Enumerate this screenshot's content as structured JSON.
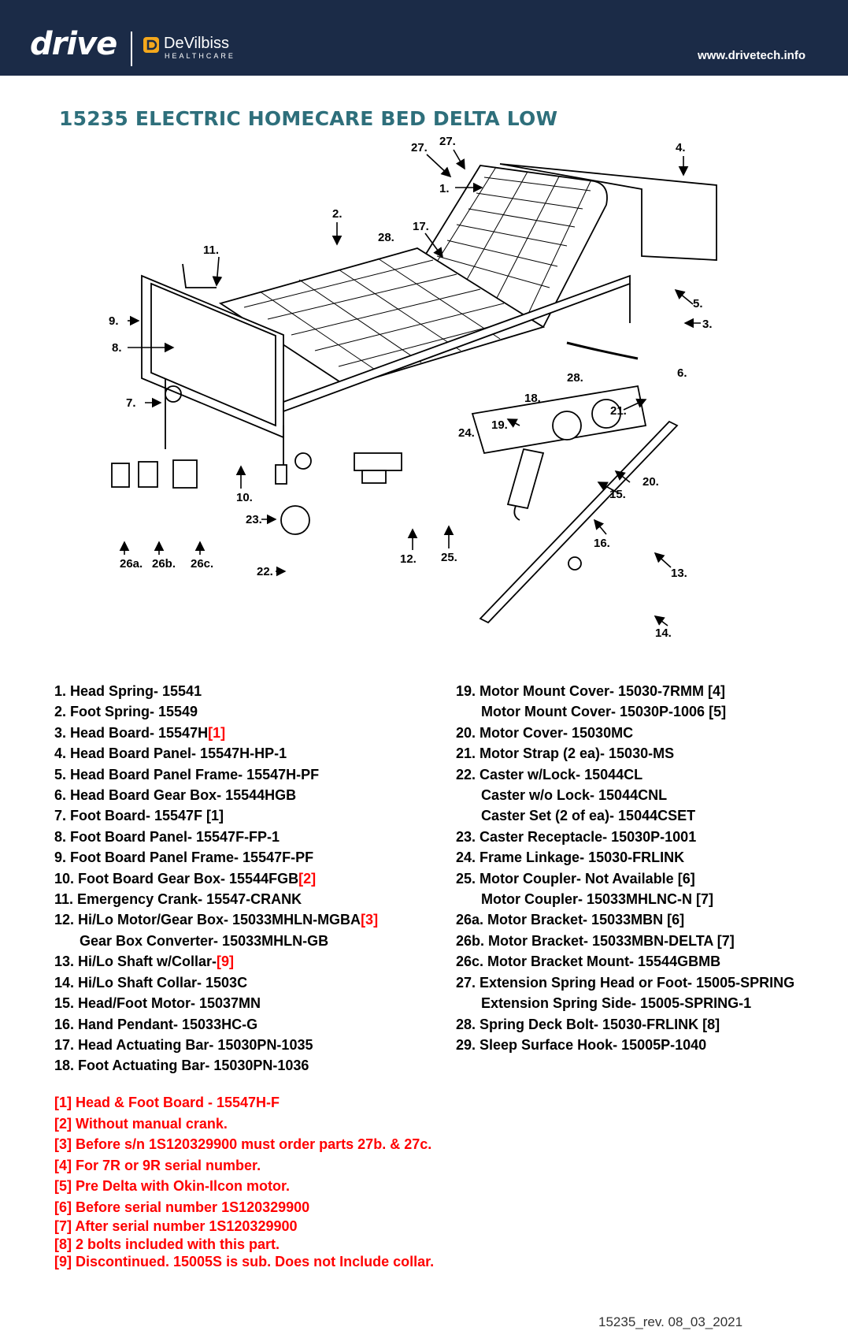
{
  "header": {
    "brand_primary": "drive",
    "brand_secondary": "DeVilbiss",
    "brand_secondary_sub": "HEALTHCARE",
    "website": "www.drivetech.info",
    "bar_color": "#1b2b47",
    "logo_accent": "#f5a81c"
  },
  "title": "15235 ELECTRIC HOMECARE BED DELTA LOW",
  "title_color": "#2e6f7b",
  "diagram": {
    "callouts": [
      "27.",
      "27.",
      "4.",
      "1.",
      "2.",
      "17.",
      "28.",
      "11.",
      "9.",
      "8.",
      "5.",
      "3.",
      "6.",
      "28.",
      "18.",
      "7.",
      "21.",
      "19.",
      "24.",
      "20.",
      "15.",
      "10.",
      "23.",
      "12.",
      "25.",
      "16.",
      "13.",
      "26a.",
      "26b.",
      "26c.",
      "22.",
      "14."
    ]
  },
  "parts_left": [
    {
      "text": "1. Head Spring- 15541",
      "ref": ""
    },
    {
      "text": "2. Foot Spring- 15549",
      "ref": ""
    },
    {
      "text": "3. Head Board- 15547H ",
      "ref": "[1]"
    },
    {
      "text": "4. Head Board Panel- 15547H-HP-1",
      "ref": ""
    },
    {
      "text": "5. Head Board Panel Frame- 15547H-PF",
      "ref": ""
    },
    {
      "text": "6. Head Board Gear Box- 15544HGB",
      "ref": ""
    },
    {
      "text": "7. Foot Board- 15547F [1]",
      "ref": ""
    },
    {
      "text": "8. Foot Board Panel- 15547F-FP-1",
      "ref": ""
    },
    {
      "text": "9. Foot Board Panel Frame- 15547F-PF",
      "ref": ""
    },
    {
      "text": "10. Foot Board Gear Box- 15544FGB ",
      "ref": "[2]"
    },
    {
      "text": "11. Emergency Crank- 15547-CRANK",
      "ref": ""
    },
    {
      "text": "12. Hi/Lo Motor/Gear Box- 15033MHLN-MGBA ",
      "ref": "[3]"
    },
    {
      "text": "Gear Box Converter- 15033MHLN-GB",
      "ref": "",
      "cont": true
    },
    {
      "text": "13. Hi/Lo Shaft w/Collar- ",
      "ref": "[9]"
    },
    {
      "text": "14. Hi/Lo Shaft Collar- 1503C",
      "ref": ""
    },
    {
      "text": "15. Head/Foot Motor- 15037MN",
      "ref": ""
    },
    {
      "text": "16. Hand Pendant- 15033HC-G",
      "ref": ""
    },
    {
      "text": "17. Head Actuating Bar- 15030PN-1035",
      "ref": ""
    },
    {
      "text": "18. Foot Actuating Bar- 15030PN-1036",
      "ref": ""
    }
  ],
  "parts_right": [
    {
      "text": "19. Motor Mount Cover- 15030-7RMM [4]",
      "ref": ""
    },
    {
      "text": "Motor Mount Cover- 15030P-1006 [5]",
      "ref": "",
      "cont": true
    },
    {
      "text": "20. Motor Cover- 15030MC",
      "ref": ""
    },
    {
      "text": "21. Motor Strap (2 ea)- 15030-MS",
      "ref": ""
    },
    {
      "text": "22. Caster w/Lock- 15044CL",
      "ref": ""
    },
    {
      "text": "Caster w/o Lock- 15044CNL",
      "ref": "",
      "cont": true
    },
    {
      "text": "Caster Set (2 of ea)- 15044CSET",
      "ref": "",
      "cont": true
    },
    {
      "text": "23. Caster Receptacle- 15030P-1001",
      "ref": ""
    },
    {
      "text": "24. Frame Linkage- 15030-FRLINK",
      "ref": ""
    },
    {
      "text": "25. Motor Coupler- Not Available [6]",
      "ref": ""
    },
    {
      "text": "Motor Coupler- 15033MHLNC-N [7]",
      "ref": "",
      "cont": true
    },
    {
      "text": "26a. Motor Bracket- 15033MBN [6]",
      "ref": ""
    },
    {
      "text": "26b. Motor Bracket- 15033MBN-DELTA [7]",
      "ref": ""
    },
    {
      "text": "26c. Motor Bracket Mount- 15544GBMB",
      "ref": ""
    },
    {
      "text": "27. Extension Spring Head or Foot- 15005-SPRING",
      "ref": ""
    },
    {
      "text": "Extension Spring Side- 15005-SPRING-1",
      "ref": "",
      "cont": true
    },
    {
      "text": "28. Spring Deck Bolt- 15030-FRLINK [8]",
      "ref": ""
    },
    {
      "text": "29. Sleep Surface Hook- 15005P-1040",
      "ref": ""
    }
  ],
  "notes": [
    "[1] Head & Foot Board - 15547H-F",
    "[2] Without manual crank.",
    "[3] Before s/n 1S120329900 must order parts 27b. & 27c.",
    "[4] For 7R or 9R serial number.",
    "[5] Pre Delta with Okin-Ilcon motor.",
    "[6] Before serial number 1S120329900",
    "[7] After serial number 1S120329900",
    "[8] 2 bolts included with this part.",
    "[9] Discontinued. 15005S is sub. Does not Include collar."
  ],
  "notes_color": "#ff0000",
  "revision": "15235_rev. 08_03_2021"
}
